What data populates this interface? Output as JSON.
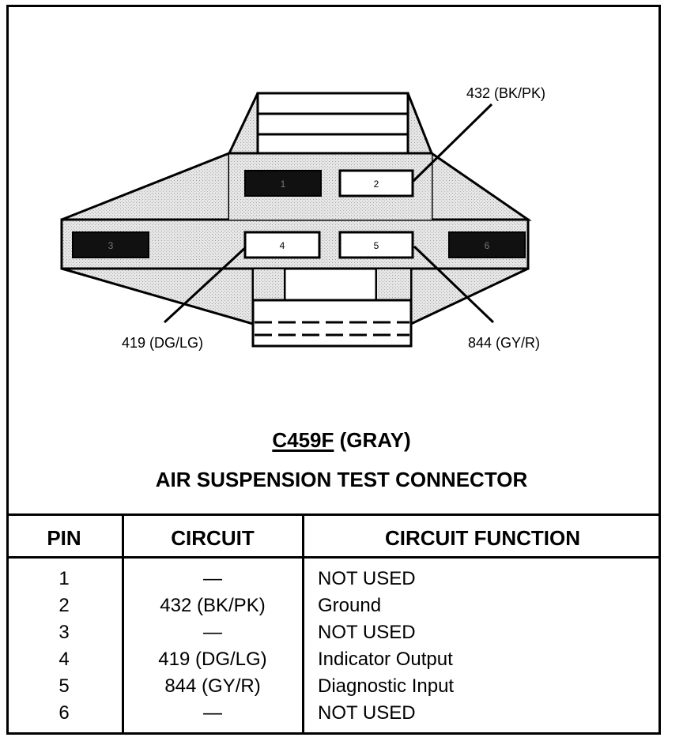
{
  "diagram": {
    "pins": [
      {
        "number": "1",
        "filled": true
      },
      {
        "number": "2",
        "filled": false
      },
      {
        "number": "3",
        "filled": true
      },
      {
        "number": "4",
        "filled": false
      },
      {
        "number": "5",
        "filled": false
      },
      {
        "number": "6",
        "filled": true
      }
    ],
    "callouts": {
      "pin2": "432 (BK/PK)",
      "pin4": "419 (DG/LG)",
      "pin5": "844 (GY/R)"
    },
    "connector_code": "C459F",
    "connector_color": "(GRAY)",
    "connector_name": "AIR SUSPENSION TEST CONNECTOR"
  },
  "table": {
    "headers": {
      "pin": "PIN",
      "circuit": "CIRCUIT",
      "function": "CIRCUIT FUNCTION"
    },
    "rows": [
      {
        "pin": "1",
        "circuit": "—",
        "function": "NOT USED"
      },
      {
        "pin": "2",
        "circuit": "432 (BK/PK)",
        "function": "Ground"
      },
      {
        "pin": "3",
        "circuit": "—",
        "function": "NOT USED"
      },
      {
        "pin": "4",
        "circuit": "419 (DG/LG)",
        "function": "Indicator Output"
      },
      {
        "pin": "5",
        "circuit": "844 (GY/R)",
        "function": "Diagnostic Input"
      },
      {
        "pin": "6",
        "circuit": "—",
        "function": "NOT USED"
      }
    ]
  }
}
